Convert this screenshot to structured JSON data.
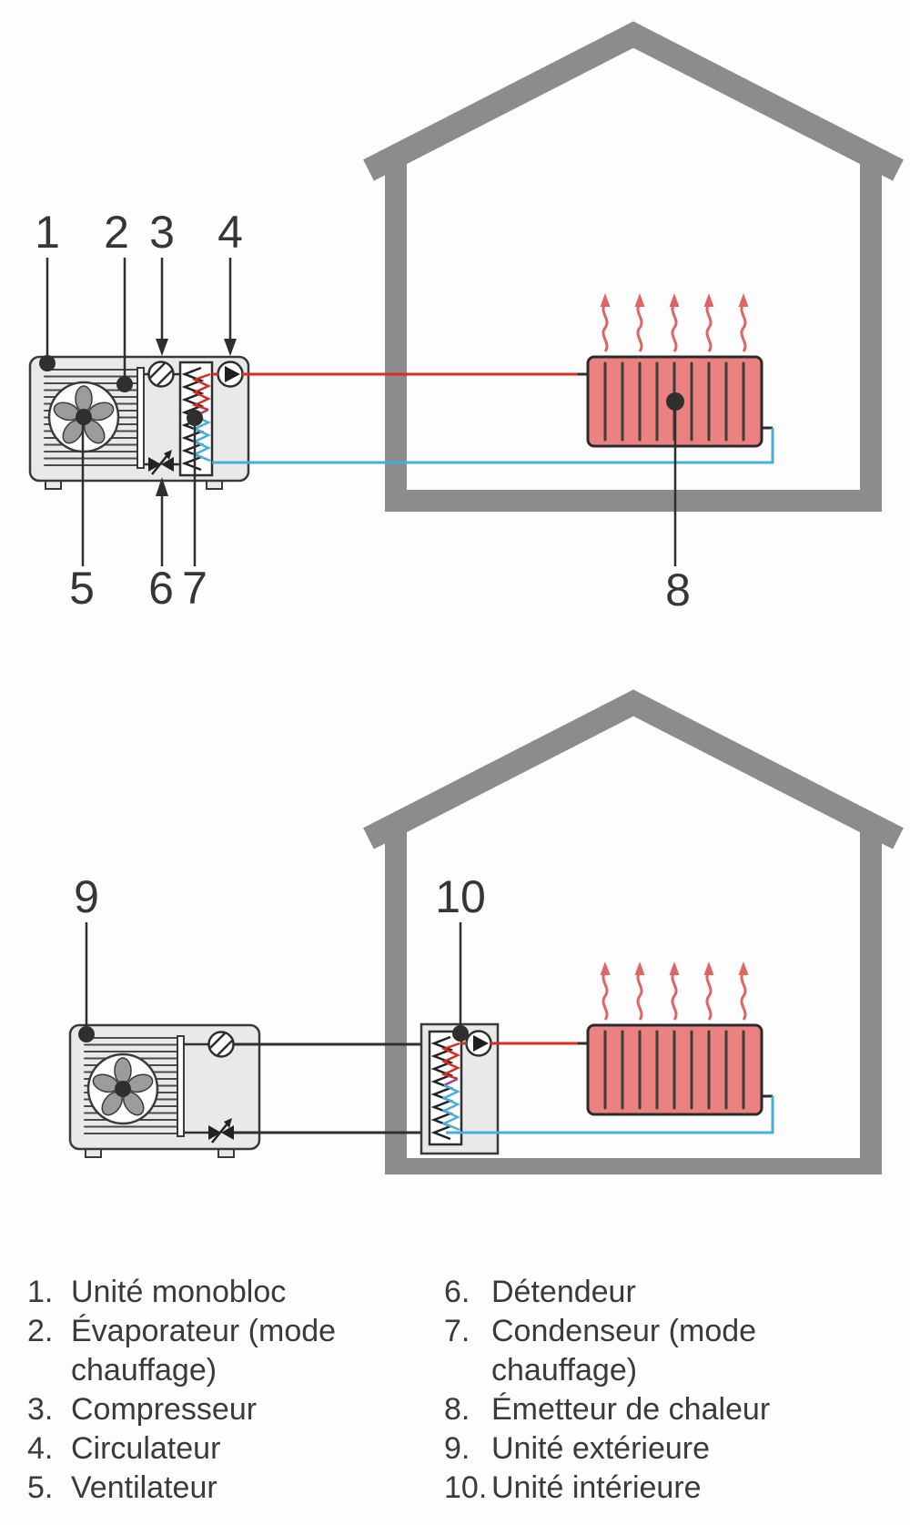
{
  "diagram_monobloc": {
    "callouts": {
      "c1": "1",
      "c2": "2",
      "c3": "3",
      "c4": "4",
      "c5": "5",
      "c6": "6",
      "c7": "7",
      "c8": "8"
    }
  },
  "diagram_split": {
    "callouts": {
      "c9": "9",
      "c10": "10"
    }
  },
  "legend": {
    "left": [
      {
        "num": "1.",
        "label": "Unité monobloc"
      },
      {
        "num": "2.",
        "label": "Évaporateur (mode chauffage)"
      },
      {
        "num": "3.",
        "label": "Compresseur"
      },
      {
        "num": "4.",
        "label": "Circulateur"
      },
      {
        "num": "5.",
        "label": "Ventilateur"
      }
    ],
    "right": [
      {
        "num": "6.",
        "label": "Détendeur"
      },
      {
        "num": "7.",
        "label": "Condenseur (mode chauffage)"
      },
      {
        "num": "8.",
        "label": "Émetteur de chaleur"
      },
      {
        "num": "9.",
        "label": "Unité extérieure"
      },
      {
        "num": "10.",
        "label": "Unité intérieure"
      }
    ]
  },
  "colors": {
    "wall_gray": "#8c8c8c",
    "unit_fill": "#e9e9e9",
    "outline_dark": "#3a3a3a",
    "pipe_red": "#d92b21",
    "pipe_blue": "#45aedd",
    "pipe_black": "#2f2f2f",
    "radiator_fill": "#ec8181",
    "radiator_stroke": "#2b2b2b",
    "heat_arrow_red": "#e16464",
    "coil_purple": "#8a4a8a",
    "fan_blade_gray": "#9c9c9c"
  }
}
